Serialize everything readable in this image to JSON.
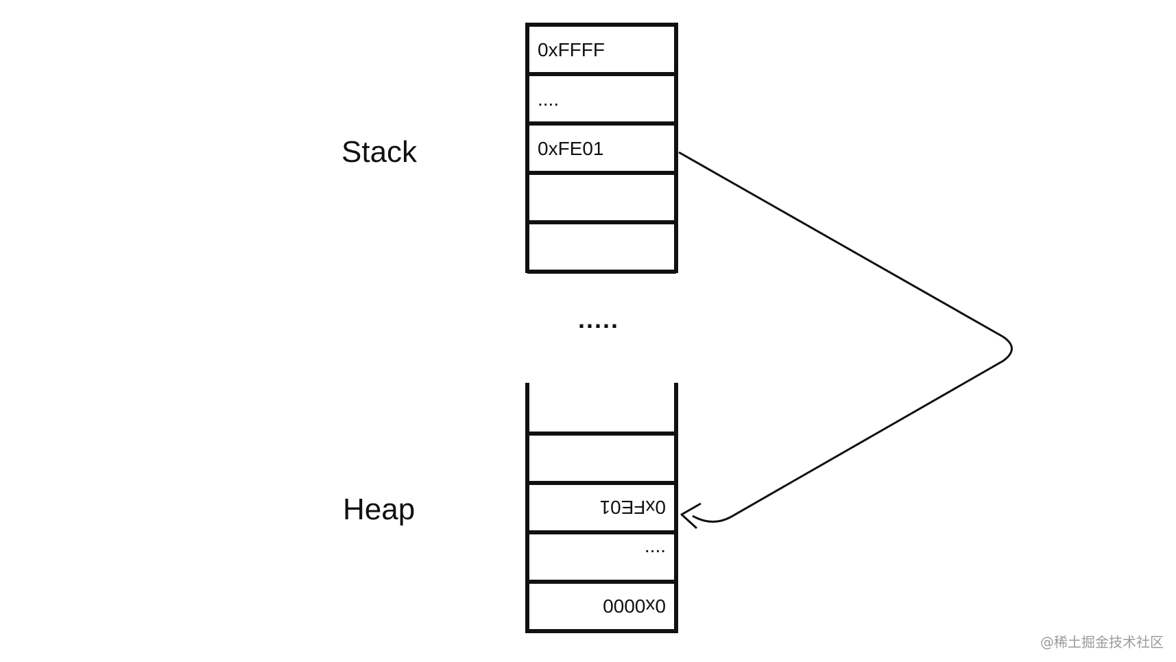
{
  "labels": {
    "stack": "Stack",
    "heap": "Heap",
    "gap": "....."
  },
  "stack_cells": [
    "0xFFFF",
    "....",
    "0xFE01",
    "",
    ""
  ],
  "heap_cells": [
    "",
    "",
    "0xFE01",
    "....",
    "0x0000"
  ],
  "heap_text_mirrored": true,
  "pointer": {
    "from": "0xFE01",
    "to": "0xFE01",
    "arrowhead": "open"
  },
  "watermark": "@稀土掘金技术社区",
  "colors": {
    "stroke": "#111111",
    "background": "#ffffff",
    "watermark": "#9a9a9a"
  }
}
